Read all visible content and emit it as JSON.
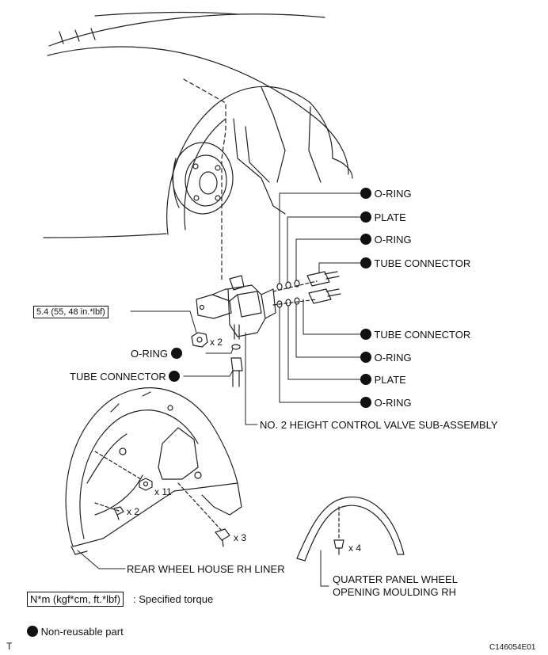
{
  "labels": {
    "oring_1": "O-RING",
    "plate_1": "PLATE",
    "oring_2": "O-RING",
    "tube_connector_1": "TUBE CONNECTOR",
    "tube_connector_2": "TUBE CONNECTOR",
    "oring_3": "O-RING",
    "plate_2": "PLATE",
    "oring_4": "O-RING",
    "oring_left": "O-RING",
    "tube_connector_left": "TUBE CONNECTOR",
    "valve": "NO. 2 HEIGHT CONTROL VALVE SUB-ASSEMBLY",
    "liner": "REAR WHEEL HOUSE RH LINER",
    "moulding_line1": "QUARTER PANEL WHEEL",
    "moulding_line2": "OPENING MOULDING RH"
  },
  "torque": "5.4 (55, 48 in.*lbf)",
  "quantities": {
    "nut": "x 2",
    "liner_nuts": "x 11",
    "liner_clips": "x 2",
    "liner_screws": "x 3",
    "moulding_clips": "x 4"
  },
  "legend": {
    "torque_box": "N*m (kgf*cm, ft.*lbf)",
    "torque_text": ": Specified torque",
    "nonreusable_text": "Non-reusable part"
  },
  "corner_mark": "T",
  "figure_code": "C146054E01"
}
